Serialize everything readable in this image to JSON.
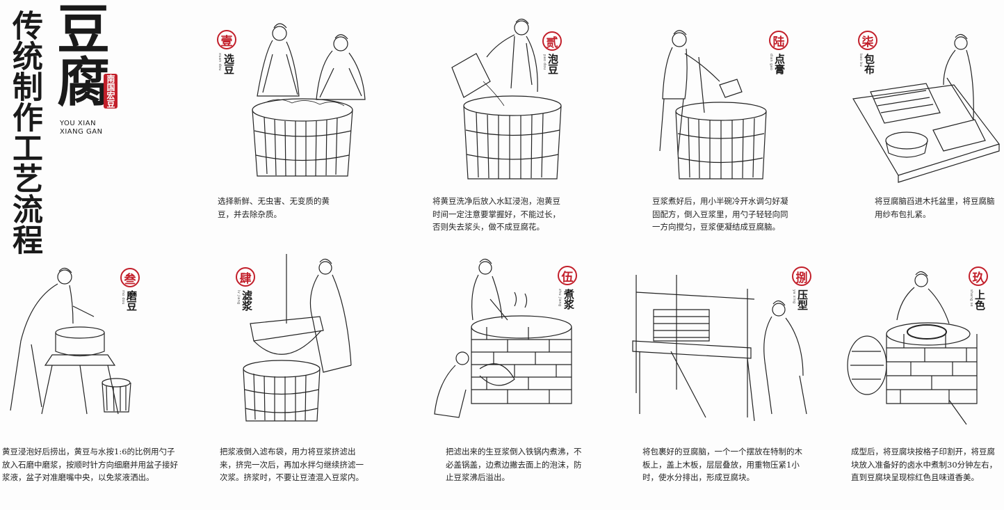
{
  "header": {
    "vertical_title": "传统制作工艺流程",
    "main_title": "豆腐",
    "seal_text": "南国宏豆",
    "brand_line1": "YOU XIAN",
    "brand_line2": "XIANG GAN"
  },
  "colors": {
    "accent": "#c21f2a",
    "ink": "#1a1a1a"
  },
  "steps": [
    {
      "num": "壹",
      "name": "选豆",
      "pinyin": "xuan dou",
      "desc": "选择新鲜、无虫害、无变质的黄豆，并去除杂质。"
    },
    {
      "num": "贰",
      "name": "泡豆",
      "pinyin": "pao dou",
      "desc": "将黄豆洗净后放入水缸浸泡，泡黄豆时间一定注意要掌握好，不能过长，否则失去浆头，做不成豆腐花。"
    },
    {
      "num": "陆",
      "name": "点膏",
      "pinyin": "dian gao",
      "desc": "豆浆煮好后，用小半碗冷开水调匀好凝固配方，倒入豆浆里，用勺子轻轻向同一方向搅匀，豆浆便凝结成豆腐脑。"
    },
    {
      "num": "柒",
      "name": "包布",
      "pinyin": "bao bu",
      "desc": "将豆腐脑舀进木托盆里，将豆腐脑用纱布包扎紧。"
    },
    {
      "num": "叁",
      "name": "磨豆",
      "pinyin": "mo dou",
      "desc": "黄豆浸泡好后捞出，黄豆与水按1:6的比例用勺子放入石磨中磨浆，按顺时针方向细磨并用盆子接好浆液，盆子对准磨嘴中央，以免浆液洒出。"
    },
    {
      "num": "肆",
      "name": "滤浆",
      "pinyin": "lv jiang",
      "desc": "把浆液倒入滤布袋，用力将豆浆挤滤出来，挤完一次后，再加水拌匀继续挤滤一次浆。挤浆时，不要让豆渣混入豆浆内。"
    },
    {
      "num": "伍",
      "name": "煮浆",
      "pinyin": "zhu jiang",
      "desc": "把滤出来的生豆浆倒入铁锅内煮沸，不必盖锅盖，边煮边撇去面上的泡沫，防止豆浆沸后溢出。"
    },
    {
      "num": "捌",
      "name": "压型",
      "pinyin": "ya xing",
      "desc": "将包裹好的豆腐脑，一个一个摆放在特制的木板上，盖上木板，层层叠放，用重物压紧1小时，使水分排出，形成豆腐块。"
    },
    {
      "num": "玖",
      "name": "上色",
      "pinyin": "shang se",
      "desc": "成型后，将豆腐块按格子印割开，将豆腐块放入准备好的卤水中煮制30分钟左右，直到豆腐块呈现棕红色且味道香美。"
    }
  ]
}
